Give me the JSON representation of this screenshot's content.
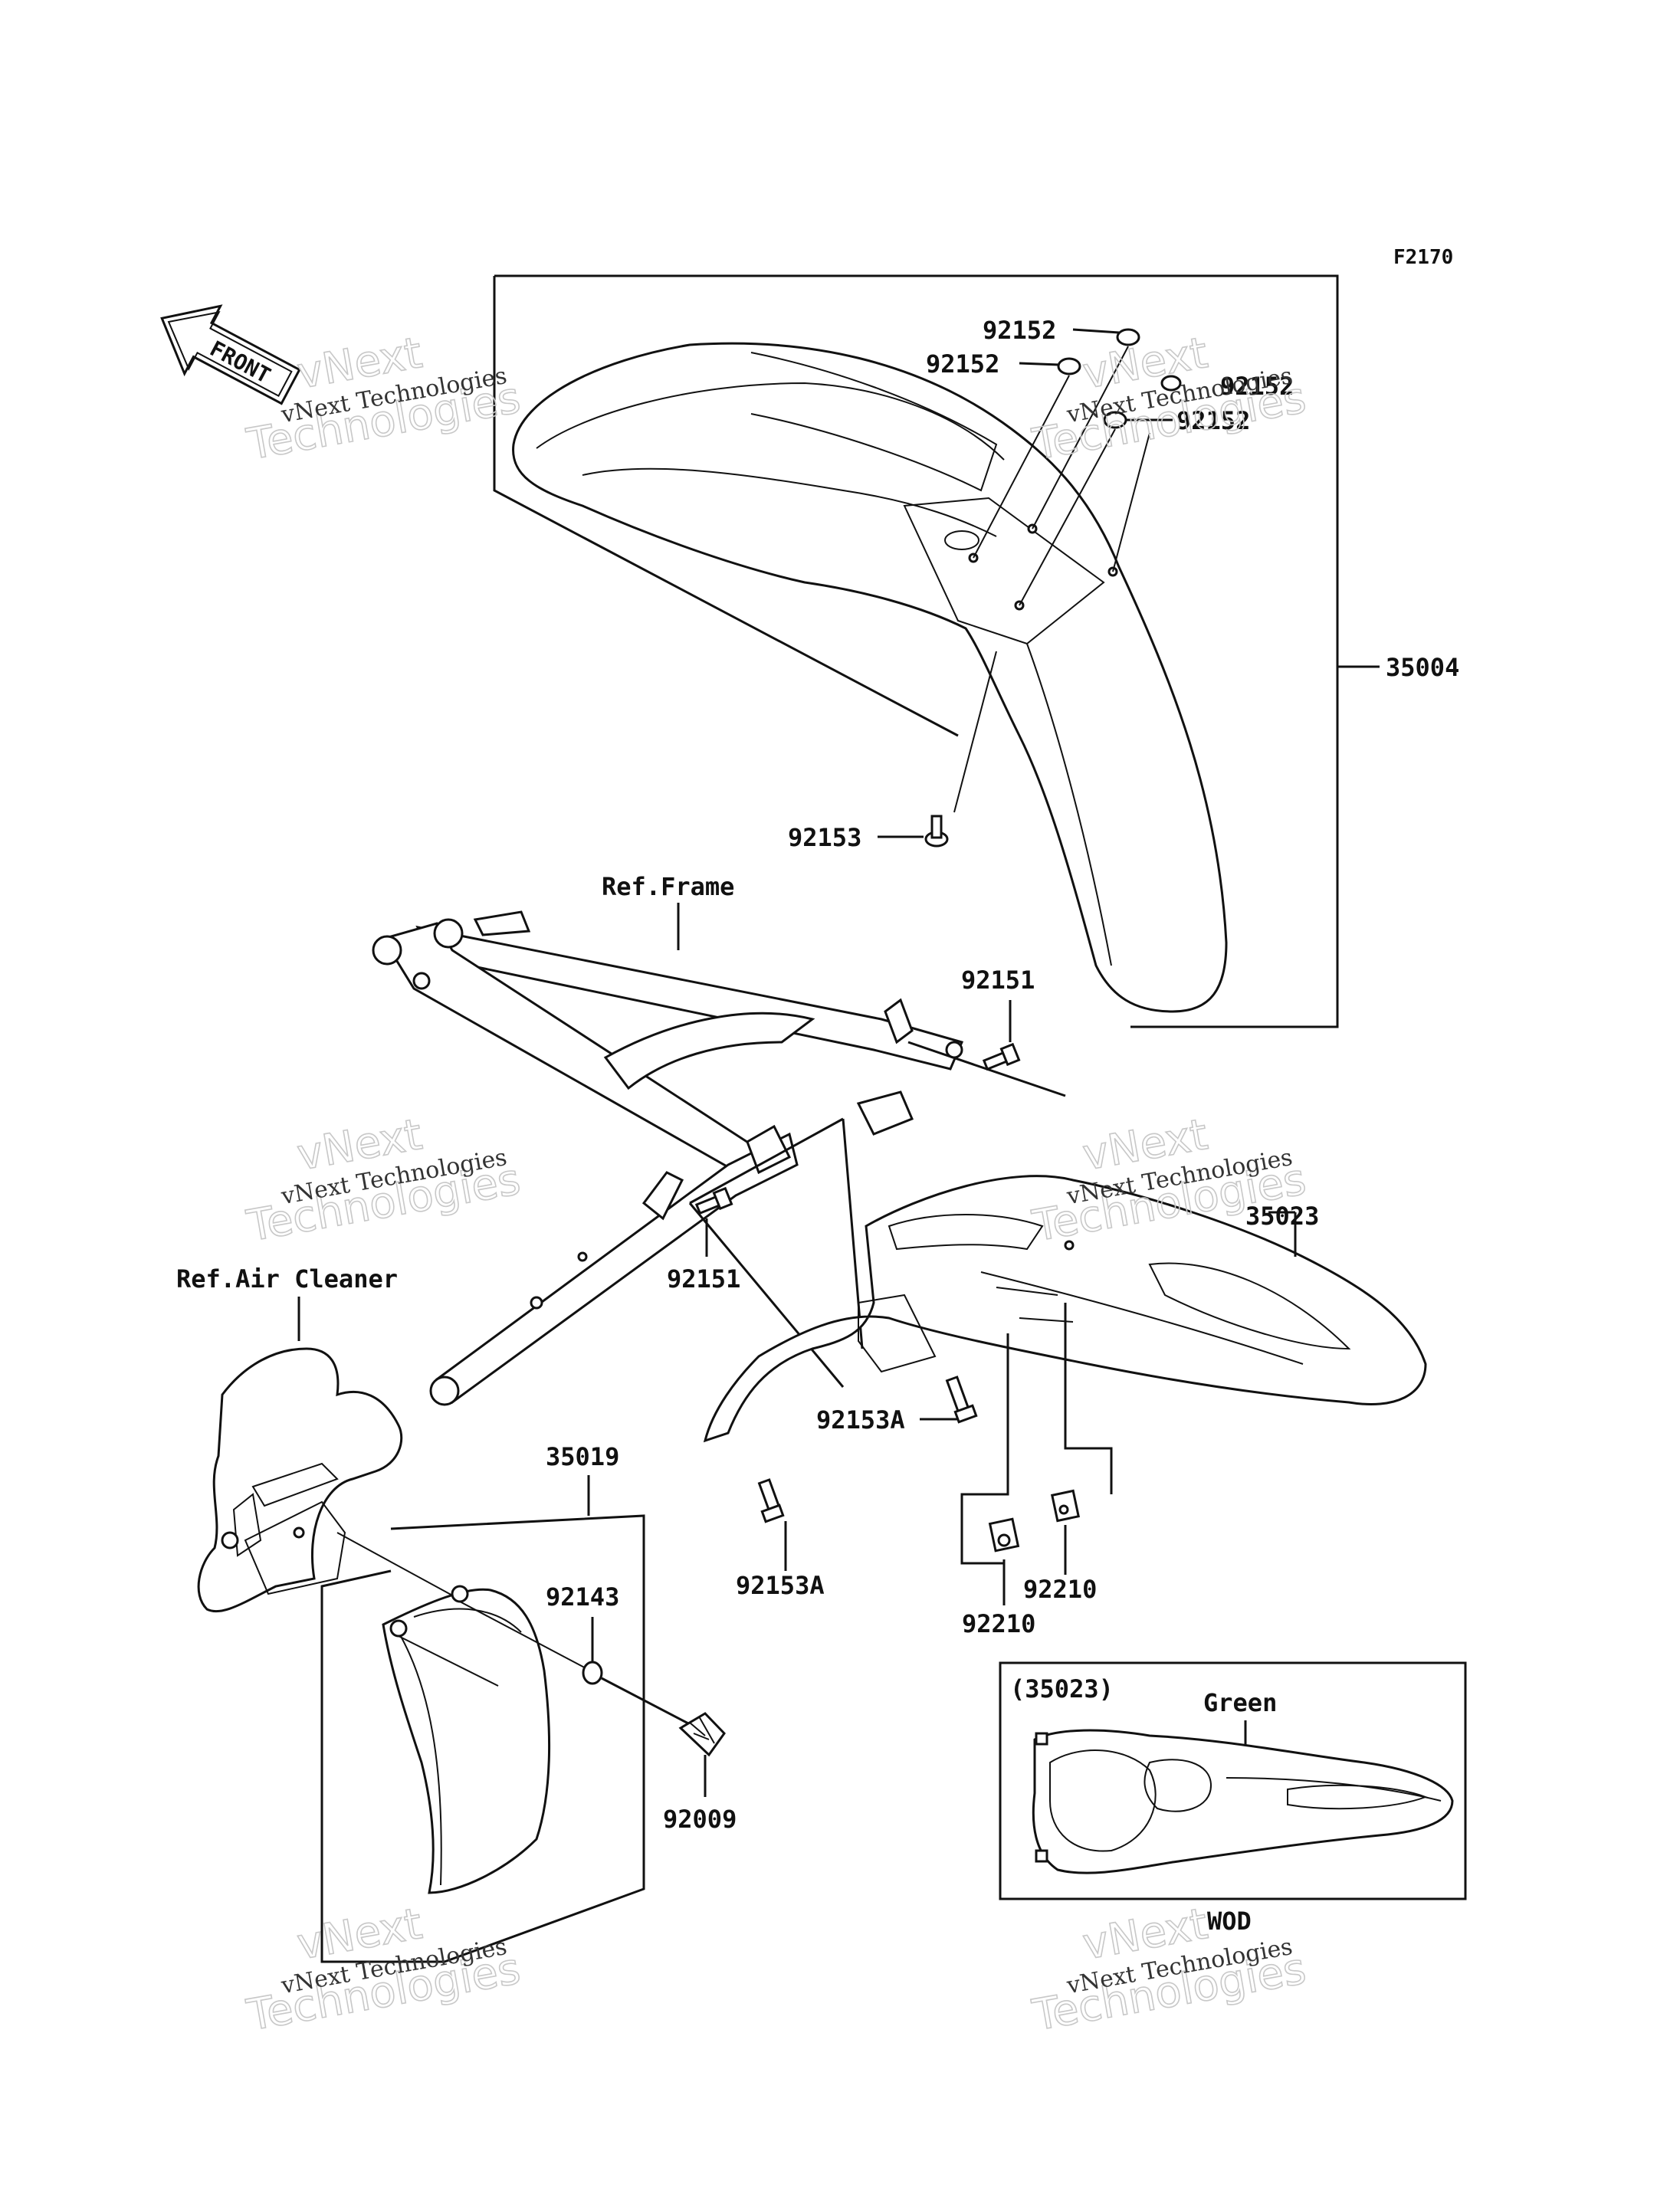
{
  "figure_code": "F2170",
  "front_label": "FRONT",
  "callouts": {
    "p35004": "35004",
    "p92152_a": "92152",
    "p92152_b": "92152",
    "p92152_c": "92152",
    "p92152_d": "92152",
    "p92153": "92153",
    "ref_frame": "Ref.Frame",
    "p92151_a": "92151",
    "p92151_b": "92151",
    "p35023": "35023",
    "ref_air_cleaner": "Ref.Air Cleaner",
    "p92153A_a": "92153A",
    "p92153A_b": "92153A",
    "p35019": "35019",
    "p92143": "92143",
    "p92210_a": "92210",
    "p92210_b": "92210",
    "p92009": "92009"
  },
  "inset": {
    "part_ref": "(35023)",
    "color_label": "Green",
    "variant_label": "WOD"
  },
  "watermark": {
    "line1": "vNext",
    "line2": "Technologies",
    "caption": "vNext Technologies"
  }
}
